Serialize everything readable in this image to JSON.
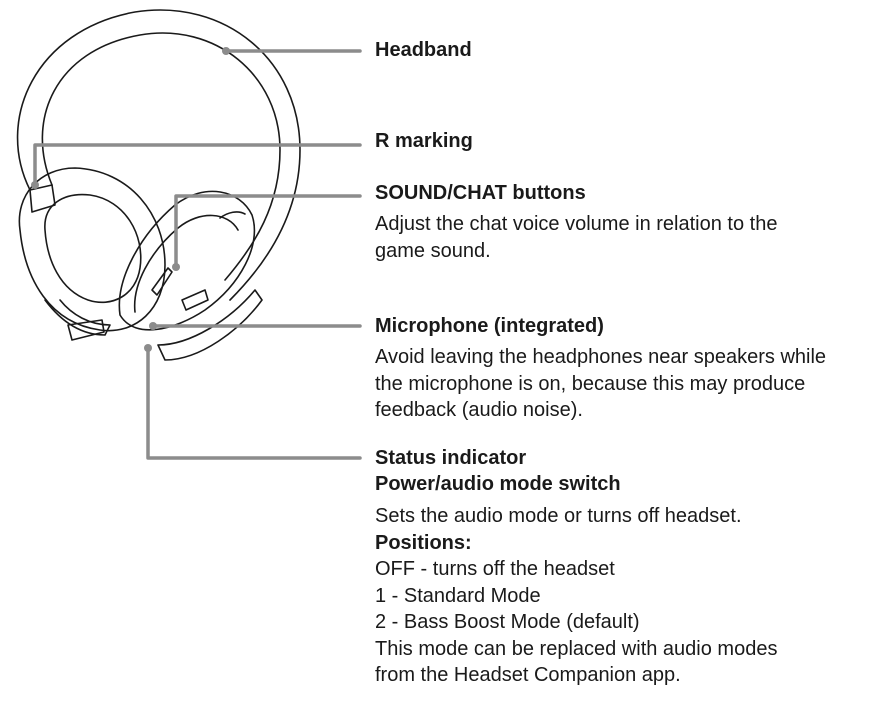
{
  "callouts": {
    "headband": {
      "title": "Headband"
    },
    "r_marking": {
      "title": "R marking"
    },
    "sound_chat": {
      "title": "SOUND/CHAT buttons",
      "desc_lines": [
        "Adjust the chat voice volume in relation to the",
        "game sound."
      ]
    },
    "microphone": {
      "title": "Microphone (integrated)",
      "desc_lines": [
        "Avoid leaving the headphones near speakers while",
        "the microphone is on, because this may produce",
        "feedback (audio noise)."
      ]
    },
    "status": {
      "title_1": "Status indicator",
      "title_2": "Power/audio mode switch",
      "line_1": "Sets the audio mode or turns off headset.",
      "positions_label": "Positions:",
      "line_off": "OFF - turns off the headset",
      "line_1_mode": "1 - Standard Mode",
      "line_2_mode": "2 - Bass Boost Mode (default)",
      "line_replace_1": "This mode can be replaced with audio modes",
      "line_replace_2": "from the Headset Companion app."
    }
  },
  "colors": {
    "outline": "#1a1a1a",
    "leader": "#8c8c8c",
    "text": "#1a1a1a"
  }
}
